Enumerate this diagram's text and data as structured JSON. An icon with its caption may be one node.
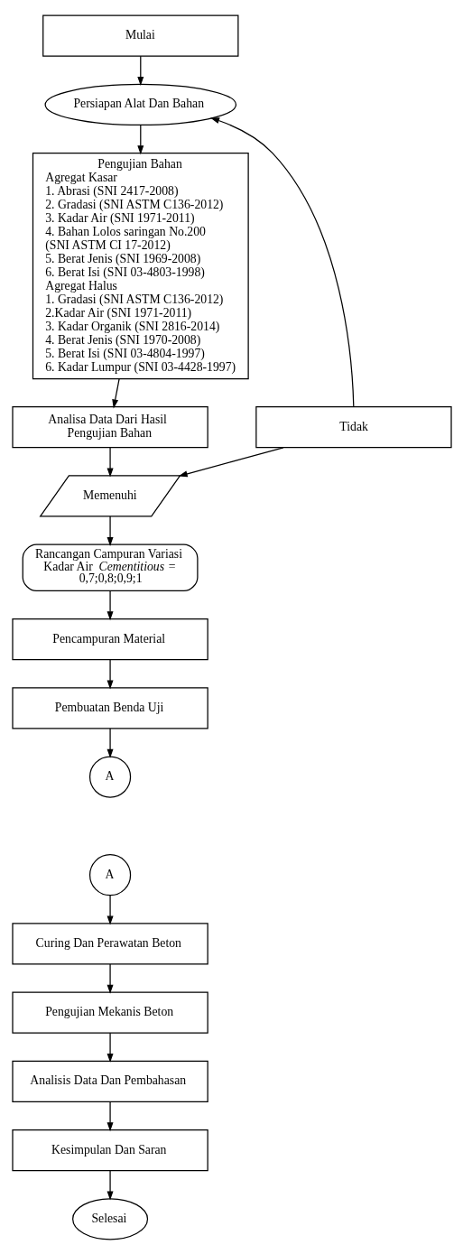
{
  "diagram": {
    "nodes": [
      {
        "text": [
          "Mulai"
        ]
      },
      {
        "text": [
          "Persiapan Alat Dan Bahan"
        ]
      },
      {
        "text": [
          "Pengujian Bahan",
          "Agregat Kasar",
          "1. Abrasi (SNI 2417-2008)",
          "2. Gradasi (SNI ASTM C136-2012)",
          "3. Kadar Air (SNI 1971-2011)",
          "4. Bahan Lolos saringan No.200 (SNI ASTM CI 17-2012)",
          "5. Berat Jenis (SNI 1969-2008)",
          "6. Berat Isi (SNI 03-4803-1998)",
          "Agregat Halus",
          "1. Gradasi (SNI ASTM C136-2012)",
          "2.Kadar Air (SNI 1971-2011)",
          "3. Kadar Organik (SNI 2816-2014)",
          "4. Berat Jenis (SNI 1970-2008)",
          "5. Berat Isi (SNI 03-4804-1997)",
          "6. Kadar Lumpur (SNI 03-4428-1997)"
        ]
      },
      {
        "text": [
          "Analisa Data Dari Hasil Pengujian Bahan"
        ]
      },
      {
        "text": [
          "Memenuhi"
        ]
      },
      {
        "text": [
          "Tidak"
        ]
      },
      {
        "text": [
          "Rancangan Campuran Variasi Kadar Air *Cementitious* = 0,7;0,8;0,9;1"
        ]
      },
      {
        "text": [
          "Pencampuran Material"
        ]
      },
      {
        "text": [
          "Pembuatan Benda Uji"
        ]
      },
      {
        "text": [
          "A"
        ]
      },
      {
        "text": [
          "A"
        ]
      },
      {
        "text": [
          "Curing Dan Perawatan Beton"
        ]
      },
      {
        "text": [
          "Pengujian Mekanis Beton"
        ]
      },
      {
        "text": [
          "Analisis Data Dan Pembahasan"
        ]
      },
      {
        "text": [
          "Kesimpulan Dan Saran"
        ]
      },
      {
        "text": [
          "Selesai"
        ]
      }
    ],
    "edges": [
      {
        "from": 0,
        "to": 1,
        "arrow": "to"
      },
      {
        "from": 1,
        "to": 2,
        "arrow": "to"
      },
      {
        "from": 2,
        "to": 3,
        "arrow": "to"
      },
      {
        "from": 3,
        "to": 4,
        "arrow": "to"
      },
      {
        "from": 5,
        "to": 4,
        "arrow": "to"
      },
      {
        "from": 5,
        "to": 1,
        "arrow": "to"
      },
      {
        "from": 4,
        "to": 6,
        "arrow": "to"
      },
      {
        "from": 6,
        "to": 7,
        "arrow": "to"
      },
      {
        "from": 7,
        "to": 8,
        "arrow": "to"
      },
      {
        "from": 8,
        "to": 9,
        "arrow": "to"
      },
      {
        "from": 10,
        "to": 11,
        "arrow": "to"
      },
      {
        "from": 11,
        "to": 12,
        "arrow": "to"
      },
      {
        "from": 12,
        "to": 13,
        "arrow": "to"
      },
      {
        "from": 13,
        "to": 14,
        "arrow": "to"
      },
      {
        "from": 14,
        "to": 15,
        "arrow": "to"
      }
    ]
  }
}
